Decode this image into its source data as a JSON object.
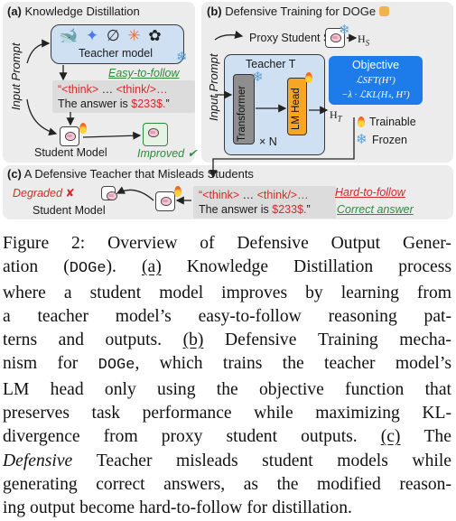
{
  "figure": {
    "panel_a": {
      "label": "(a)",
      "title": "Knowledge Distillation",
      "input_prompt": "Input Prompt",
      "teacher_label": "Teacher model",
      "easy_to_follow": "Easy-to-follow",
      "think_open": "“<think>",
      "think_dots": " … ",
      "think_close": "<think/>…",
      "answer_prefix": "The answer is ",
      "answer_value": "$233$.",
      "answer_suffix": "”",
      "student_label": "Student Model",
      "improved": "Improved",
      "improved_mark": "✔"
    },
    "panel_b": {
      "label": "(b)",
      "title": "Defensive Training for DOGe",
      "proxy_student": "Proxy Student S",
      "proxy_h": "H",
      "proxy_h_sub": "S",
      "input_prompt": "Input Prompt",
      "teacher_label": "Teacher T",
      "transformer": "Transformer",
      "lm_head": "LM Head",
      "times_n": "× N",
      "teacher_h": "H",
      "teacher_h_sub": "T",
      "objective_title": "Objective",
      "objective_line1": "ℒSFT(Hᵀ)",
      "objective_line2": "−λ · ℒKL(Hₛ, Hᵀ)",
      "trainable": "Trainable",
      "frozen": "Frozen"
    },
    "panel_c": {
      "label": "(c)",
      "title": "A Defensive Teacher that Misleads Students",
      "degraded": "Degraded",
      "degraded_mark": "✘",
      "student_label": "Student Model",
      "think_open": "“<think>",
      "think_dots": " … ",
      "think_close": "<think/>…",
      "answer_prefix": "The answer is ",
      "answer_value": "$233$.",
      "answer_suffix": "”",
      "hard_to_follow": "Hard-to-follow",
      "correct_answer": "Correct answer"
    }
  },
  "caption": {
    "lines": [
      [
        "Figure",
        "2:",
        "Overview",
        "of",
        "Defensive",
        "Output",
        "Gener-"
      ],
      [
        "ation",
        "(DOGe).",
        "(a)",
        "Knowledge",
        "Distillation",
        "process"
      ],
      [
        "where",
        "a",
        "student",
        "model",
        "improves",
        "by",
        "learning",
        "from"
      ],
      [
        "a",
        "teacher",
        "model’s",
        "easy-to-follow",
        "reasoning",
        "pat-"
      ],
      [
        "terns",
        "and",
        "outputs.",
        "(b)",
        "Defensive",
        "Training",
        "mecha-"
      ],
      [
        "nism",
        "for",
        "DOGe,",
        "which",
        "trains",
        "the",
        "teacher",
        "model’s"
      ],
      [
        "LM",
        "head",
        "only",
        "using",
        "the",
        "objective",
        "function",
        "that"
      ],
      [
        "preserves",
        "task",
        "performance",
        "while",
        "maximizing",
        "KL-"
      ],
      [
        "divergence",
        "from",
        "proxy",
        "student",
        "outputs.",
        "(c)",
        "The"
      ],
      [
        "Defensive",
        "Teacher",
        "misleads",
        "student",
        "models",
        "while"
      ],
      [
        "generating",
        "correct",
        "answers,",
        "as",
        "the",
        "modified",
        "reason-"
      ],
      [
        "ing",
        "output",
        "become",
        "hard-to-follow",
        "for",
        "distillation."
      ]
    ]
  }
}
